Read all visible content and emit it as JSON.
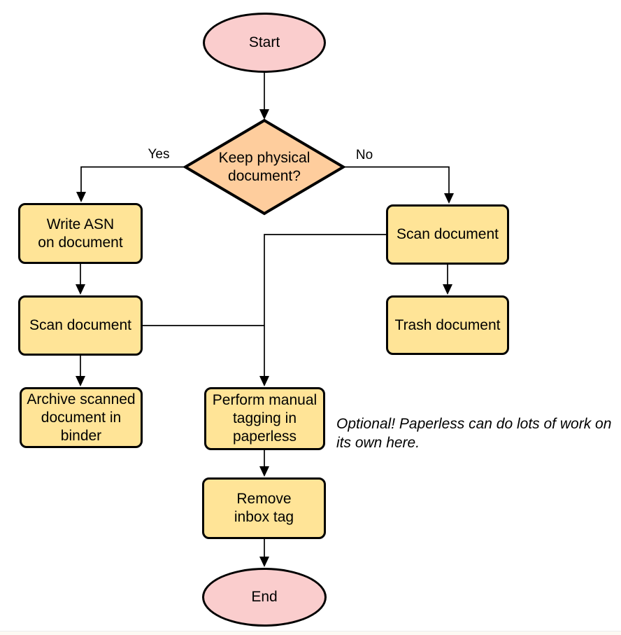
{
  "diagram": {
    "nodes": {
      "start": {
        "label": "Start",
        "shape": "terminator"
      },
      "decision": {
        "label": "Keep physical\ndocument?",
        "shape": "diamond"
      },
      "write_asn": {
        "label": "Write ASN\non document",
        "shape": "process"
      },
      "scan_left": {
        "label": "Scan document",
        "shape": "process"
      },
      "archive": {
        "label": "Archive scanned\ndocument in\nbinder",
        "shape": "process"
      },
      "scan_right": {
        "label": "Scan document",
        "shape": "process"
      },
      "trash": {
        "label": "Trash document",
        "shape": "process"
      },
      "perform_tagging": {
        "label": "Perform manual\ntagging in\npaperless",
        "shape": "process"
      },
      "remove_inbox": {
        "label": "Remove\ninbox tag",
        "shape": "process"
      },
      "end": {
        "label": "End",
        "shape": "terminator"
      }
    },
    "edge_labels": {
      "yes": "Yes",
      "no": "No"
    },
    "note": "Optional! Paperless can do lots of work on\nits own here.",
    "colors": {
      "terminator_fill": "#FACDCD",
      "decision_fill": "#FECD9D",
      "process_fill": "#FFE497",
      "stroke": "#000000",
      "text": "#000000"
    }
  }
}
